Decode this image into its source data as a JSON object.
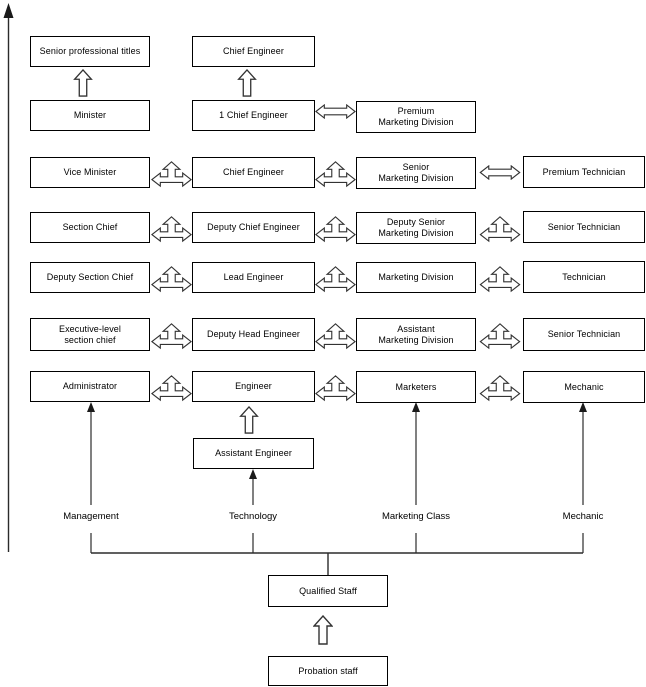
{
  "boxes": {
    "senior_titles": "Senior professional titles",
    "chief_engineer_top": "Chief Engineer",
    "minister": "Minister",
    "first_chief_engineer": "1 Chief Engineer",
    "premium_marketing": "Premium\nMarketing Division",
    "vice_minister": "Vice Minister",
    "chief_engineer": "Chief Engineer",
    "senior_marketing": "Senior\nMarketing Division",
    "premium_technician": "Premium Technician",
    "section_chief": "Section Chief",
    "deputy_chief_engineer": "Deputy Chief Engineer",
    "deputy_senior_marketing": "Deputy Senior\nMarketing Division",
    "senior_technician_a": "Senior Technician",
    "deputy_section_chief": "Deputy Section Chief",
    "lead_engineer": "Lead Engineer",
    "marketing_division": "Marketing Division",
    "technician": "Technician",
    "executive_section_chief": "Executive-level\nsection chief",
    "deputy_head_engineer": "Deputy Head Engineer",
    "assistant_marketing": "Assistant\nMarketing Division",
    "senior_technician_b": "Senior Technician",
    "administrator": "Administrator",
    "engineer": "Engineer",
    "marketers": "Marketers",
    "mechanic": "Mechanic",
    "assistant_engineer": "Assistant Engineer",
    "qualified_staff": "Qualified Staff",
    "probation_staff": "Probation staff"
  },
  "category_labels": {
    "management": "Management",
    "technology": "Technology",
    "marketing_class": "Marketing Class",
    "mechanic": "Mechanic"
  },
  "colors": {
    "background": "#ffffff",
    "box_border": "#000000",
    "text": "#000000",
    "arrow_outline": "#333333",
    "line": "#2b2b2b"
  }
}
